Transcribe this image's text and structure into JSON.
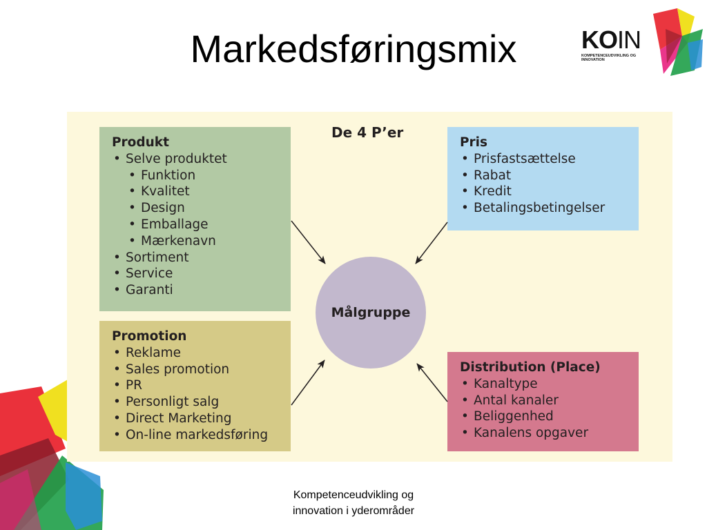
{
  "slide": {
    "title": "Markedsføringsmix",
    "footer_line1": "Kompetenceudvikling og",
    "footer_line2": "innovation i yderområder"
  },
  "logo": {
    "text_bold": "KO",
    "text_regular": "IN",
    "subtitle": "KOMPETENCEUDVIKLING OG INNOVATION"
  },
  "diagram": {
    "center_title": "De 4 P’er",
    "center_label": "Målgruppe",
    "produkt": {
      "heading": "Produkt",
      "items": [
        "Selve produktet",
        "Funktion",
        "Kvalitet",
        "Design",
        "Emballage",
        "Mærkenavn",
        "Sortiment",
        "Service",
        "Garanti"
      ]
    },
    "pris": {
      "heading": "Pris",
      "items": [
        "Prisfastsættelse",
        "Rabat",
        "Kredit",
        "Betalingsbetingelser"
      ]
    },
    "promotion": {
      "heading": "Promotion",
      "items": [
        "Reklame",
        "Sales promotion",
        "PR",
        "Personligt salg",
        "Direct Marketing",
        "On-line markedsføring"
      ]
    },
    "distribution": {
      "heading": "Distribution (Place)",
      "items": [
        "Kanaltype",
        "Antal kanaler",
        "Beliggenhed",
        "Kanalens opgaver"
      ]
    }
  },
  "colors": {
    "background": "#fdf8dc",
    "produkt": "#b2c9a4",
    "pris": "#b3daf1",
    "promotion": "#d5ca87",
    "distribution": "#d4798e",
    "circle": "#c2b8cd"
  }
}
